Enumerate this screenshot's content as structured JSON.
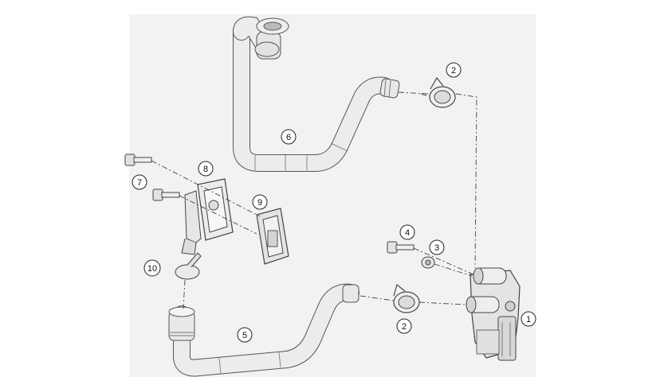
{
  "callouts": [
    {
      "id": "c1",
      "label": "1"
    },
    {
      "id": "c2a",
      "label": "2"
    },
    {
      "id": "c2b",
      "label": "2"
    },
    {
      "id": "c3",
      "label": "3"
    },
    {
      "id": "c4",
      "label": "4"
    },
    {
      "id": "c5",
      "label": "5"
    },
    {
      "id": "c6",
      "label": "6"
    },
    {
      "id": "c7",
      "label": "7"
    },
    {
      "id": "c8",
      "label": "8"
    },
    {
      "id": "c9",
      "label": "9"
    },
    {
      "id": "c10",
      "label": "10"
    }
  ]
}
